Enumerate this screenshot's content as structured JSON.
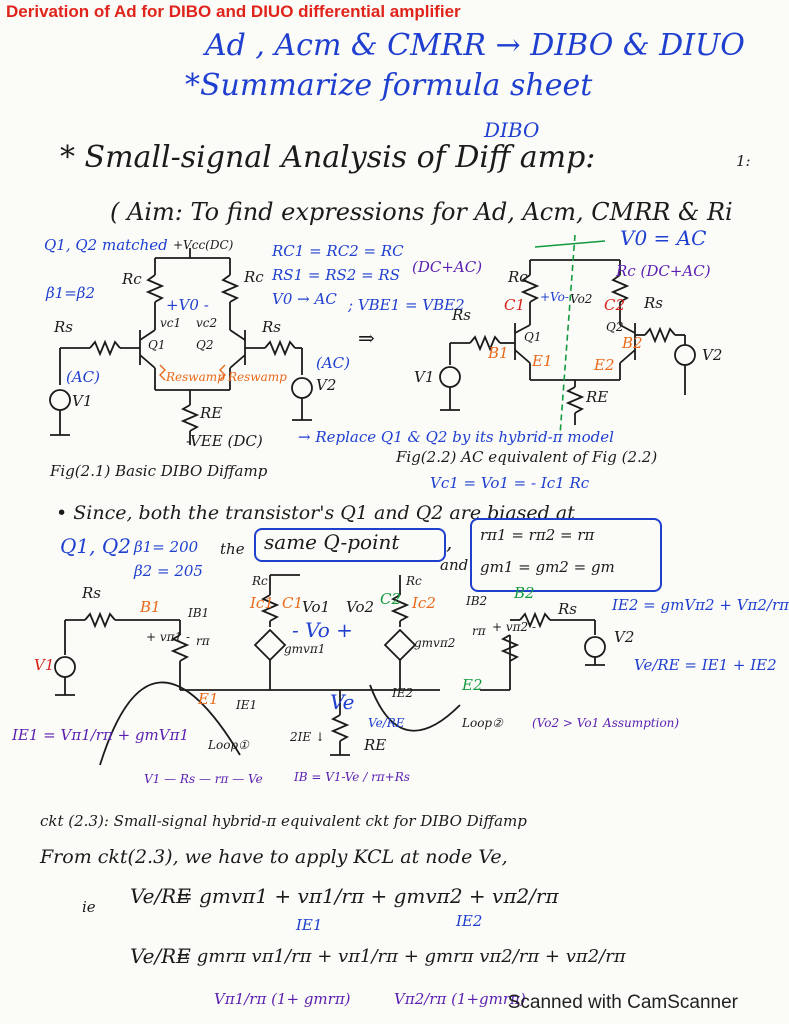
{
  "header": {
    "title": "Derivation of Ad for DIBO and DIUO differential amplifier"
  },
  "top_notes": {
    "line1": "Ad , Acm & CMRR → DIBO & DIUO",
    "line2": "*Summarize formula sheet",
    "dibo": "DIBO"
  },
  "section": {
    "heading": "* Small-signal Analysis of Diff amp:",
    "aim": "( Aim: To find expressions for Ad, Acm, CMRR & Ri",
    "page_mark": "1:"
  },
  "fig1": {
    "q_matched": "Q1, Q2 matched",
    "beta_eq": "β1=β2",
    "vcc": "+Vcc(DC)",
    "rc_left": "Rc",
    "rc_right": "Rc",
    "vo_label": "+V0 -",
    "vc1": "vc1",
    "vc2": "vc2",
    "rs_left": "Rs",
    "rs_right": "Rs",
    "q1": "Q1",
    "q2": "Q2",
    "resw1": "Reswamp",
    "resw2": "Reswamp",
    "ac_left": "(AC)",
    "v1": "V1",
    "ac_right": "(AC)",
    "v2": "V2",
    "re": "RE",
    "vee": "-VEE (DC)",
    "caption": "Fig(2.1) Basic DIBO Diffamp"
  },
  "mid_notes": {
    "rc_eq": "RC1 = RC2 = RC",
    "rs_eq": "RS1 = RS2 = RS",
    "vo_ac": "V0 → AC",
    "vbe_eq": "; VBE1 = VBE2",
    "arrow": "⇒",
    "replace": "→ Replace Q1 & Q2 by its hybrid-π model"
  },
  "fig2": {
    "vo_ac": "V0 = AC",
    "dc_ac_left": "(DC+AC)",
    "dc_ac_right": "Rc (DC+AC)",
    "rc": "Rc",
    "c1": "C1",
    "c2": "C2",
    "vo": "+Vo-",
    "vo2": "Vo2",
    "rs_left": "Rs",
    "rs_right": "Rs",
    "q1": "Q1",
    "q2": "Q2",
    "b1": "B1",
    "b2": "B2",
    "e1": "E1",
    "e2": "E2",
    "v1": "V1",
    "v2": "V2",
    "re": "RE",
    "caption": "Fig(2.2) AC equivalent of Fig (2.2)",
    "vc_eq": "Vc1 = Vo1 = - Ic1 Rc"
  },
  "since_block": {
    "line1": "• Since, both the transistor's Q1 and Q2 are biased at",
    "line2_a": "Q1, Q2",
    "line2_b": "β1= 200",
    "line2_c": "the",
    "qpoint": "same Q-point",
    "comma": ",",
    "beta2": "β2 = 205",
    "and": "and",
    "rpi_eq": "rπ1 = rπ2 = rπ",
    "gm_eq": "gm1 = gm2 = gm"
  },
  "fig3": {
    "rs_left": "Rs",
    "b1": "B1",
    "ib1": "IB1",
    "vpi1": "+ vπ1 -",
    "rpi_left": "rπ",
    "rc_left": "Rc",
    "ic1": "Ic1",
    "c1": "C1",
    "vo1": "Vo1",
    "vo2": "Vo2",
    "vo": "- Vo +",
    "gm_left": "gmvπ1",
    "rc_right": "Rc",
    "c2": "C2",
    "ic2": "Ic2",
    "gm_right": "gmvπ2",
    "ib2": "IB2",
    "b2": "B2",
    "rs_right": "Rs",
    "rpi_right": "rπ",
    "vpi2": "+ vπ2 -",
    "v1": "V1",
    "v2": "V2",
    "e1": "E1",
    "ie1": "IE1",
    "ie2": "IE2",
    "e2_label": "E2",
    "ve": "Ve",
    "ve_re": "Ve/RE",
    "two_ie": "2IE ↓",
    "re": "RE",
    "loop1": "Loop①",
    "loop2": "Loop②",
    "ie2_formula": "IE2 = gmVπ2 + Vπ2/rπ",
    "ve_formula": "Ve/RE = IE1 + IE2",
    "assumption": "(Vo2 > Vo1 Assumption)",
    "ie1_formula": "IE1 = Vπ1/rπ + gmVπ1",
    "loop_path": "V1 — Rs — rπ — Ve",
    "ib_formula": "IB = V1-Ve / rπ+Rs",
    "caption": "ckt (2.3): Small-signal hybrid-π equivalent ckt for DIBO Diffamp"
  },
  "derivation": {
    "line1": "From ckt(2.3), we have to apply KCL at node Ve,",
    "ie": "ie",
    "eq1_lhs": "Ve/RE",
    "eq1_rhs": "= gmvπ1 + vπ1/rπ + gmvπ2 + vπ2/rπ",
    "eq1_ie1": "IE1",
    "eq1_ie2": "IE2",
    "eq2_lhs": "Ve/RE",
    "eq2_rhs": "= gmrπ vπ1/rπ + vπ1/rπ + gmrπ vπ2/rπ + vπ2/rπ",
    "eq3_a": "Vπ1/rπ (1+ gmrπ)",
    "eq3_b": "Vπ2/rπ (1+gmrπ)"
  },
  "watermark": "Scanned with CamScanner",
  "colors": {
    "title_red": "#e0241b",
    "ink_blue": "#1f3fcf",
    "ink_black": "#1b1b1b",
    "ink_purple": "#5a1fb0",
    "ink_green": "#139a3e",
    "ink_orange": "#e86a1a"
  }
}
